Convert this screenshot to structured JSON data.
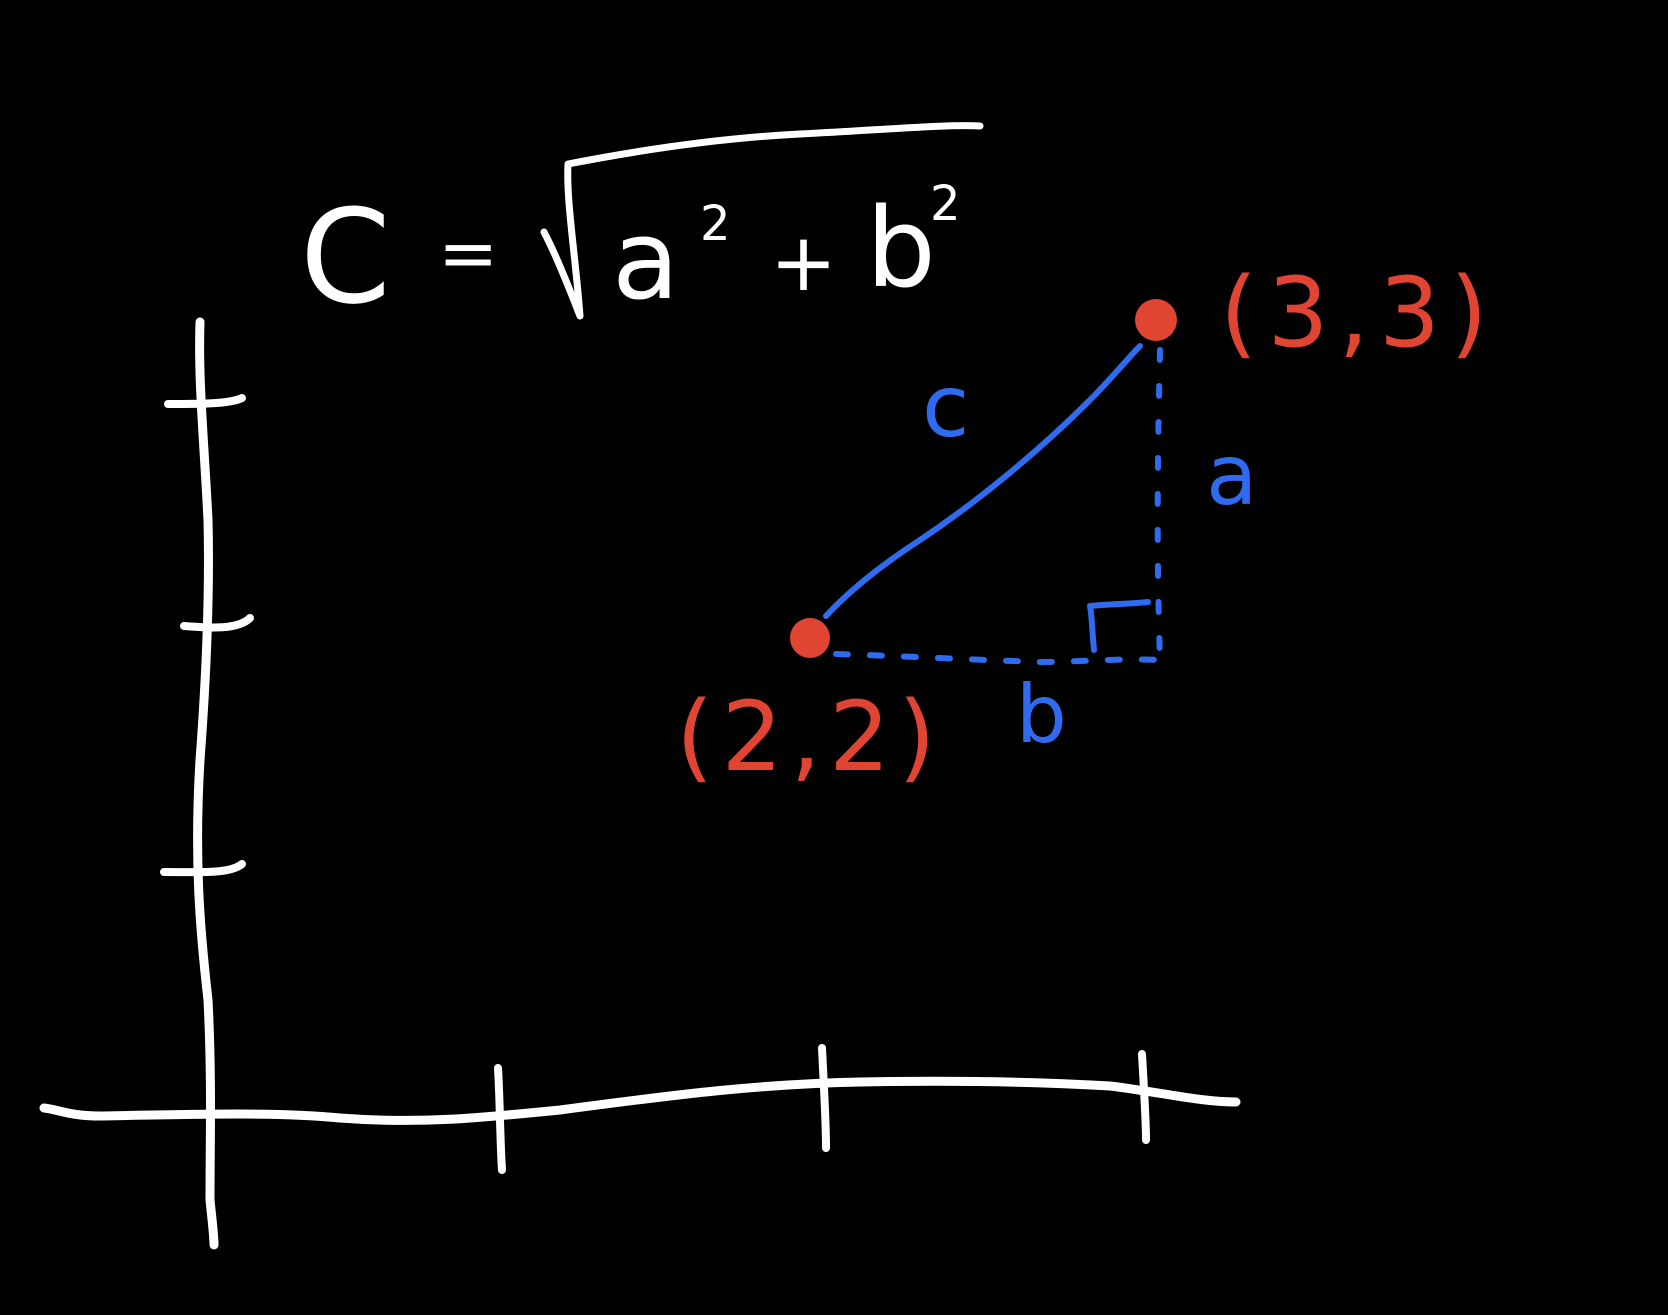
{
  "formula": {
    "lhs": "C",
    "equals": "=",
    "term_a": "a",
    "exp_a": "2",
    "plus": "+",
    "term_b": "b",
    "exp_b": "2"
  },
  "points": [
    {
      "name": "p1",
      "label": "(2,2)",
      "x": 2,
      "y": 2
    },
    {
      "name": "p2",
      "label": "(3,3)",
      "x": 3,
      "y": 3
    }
  ],
  "side_labels": {
    "hypotenuse": "c",
    "vertical": "a",
    "horizontal": "b"
  },
  "colors": {
    "background": "#000000",
    "chalk": "#ffffff",
    "point": "#e04433",
    "triangle": "#2f6bf0"
  }
}
